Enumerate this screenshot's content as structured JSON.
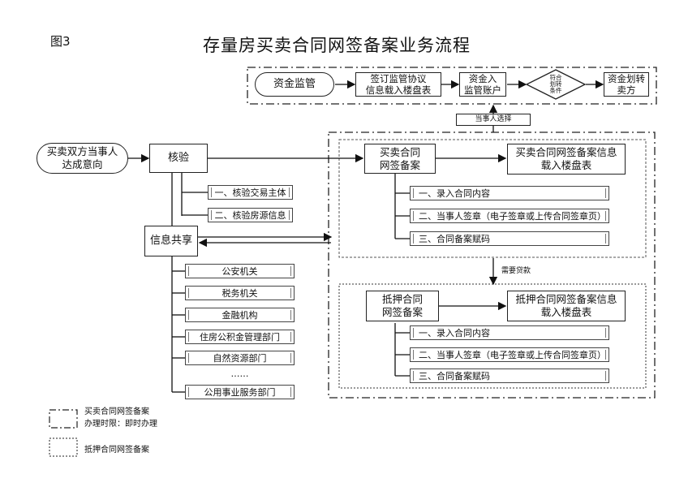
{
  "figure_label": "图3",
  "title": "存量房买卖合同网签备案业务流程",
  "escrow": {
    "start": "资金监管",
    "step1": "签订监管协议\n信息载入楼盘表",
    "step2": "资金入\n监管账户",
    "condition": "符合\n划转\n条件",
    "end": "资金划转\n卖方",
    "choice_label": "当事人选择"
  },
  "start_node": "买卖双方当事人\n达成意向",
  "verify": {
    "title": "核验",
    "items": [
      "一、核验交易主体",
      "二、核验房源信息"
    ]
  },
  "info_sharing": {
    "title": "信息共享",
    "items": [
      "公安机关",
      "税务机关",
      "金融机构",
      "住房公积金管理部门",
      "自然资源部门",
      "……",
      "公用事业服务部门"
    ]
  },
  "sale_contract": {
    "title": "买卖合同\n网签备案",
    "result": "买卖合同网签备案信息\n载入楼盘表",
    "steps": [
      "一、录入合同内容",
      "二、当事人签章（电子签章或上传合同签章页）",
      "三、合同备案赋码"
    ]
  },
  "loan_label": "需要贷款",
  "mortgage_contract": {
    "title": "抵押合同\n网签备案",
    "result": "抵押合同网签备案信息\n载入楼盘表",
    "steps": [
      "一、录入合同内容",
      "二、当事人签章（电子签章或上传合同签章页）",
      "三、合同备案赋码"
    ]
  },
  "legend": {
    "sale": "买卖合同网签备案\n办理时限：即时办理",
    "mortgage": "抵押合同网签备案"
  }
}
